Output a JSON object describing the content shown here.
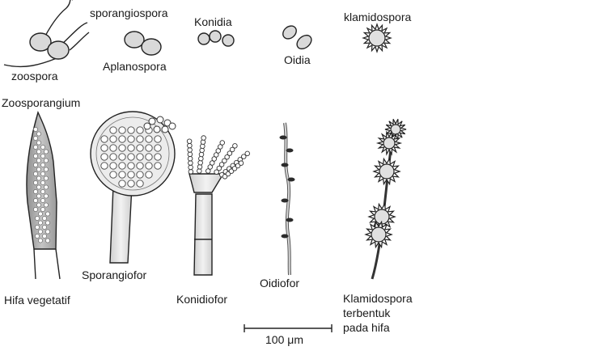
{
  "labels": {
    "zoospora": "zoospora",
    "sporangiospora": "sporangiospora",
    "aplanospora": "Aplanospora",
    "konidia": "Konidia",
    "oidia": "Oidia",
    "klamidospora": "klamidospora",
    "zoosporangium": "Zoosporangium",
    "hifa_vegetatif": "Hifa vegetatif",
    "sporangiofor": "Sporangiofor",
    "konidiofor": "Konidiofor",
    "oidiofor": "Oidiofor",
    "klamidospora_hifa": [
      "Klamidospora",
      "terbentuk",
      "pada hifa"
    ],
    "scale_bar": "100 μm"
  },
  "colors": {
    "spore_fill": "#d9d9d9",
    "outline": "#222222",
    "dark_oidium": "#2b2b2b",
    "zoosporangium_fill": "#a8a8a8"
  }
}
